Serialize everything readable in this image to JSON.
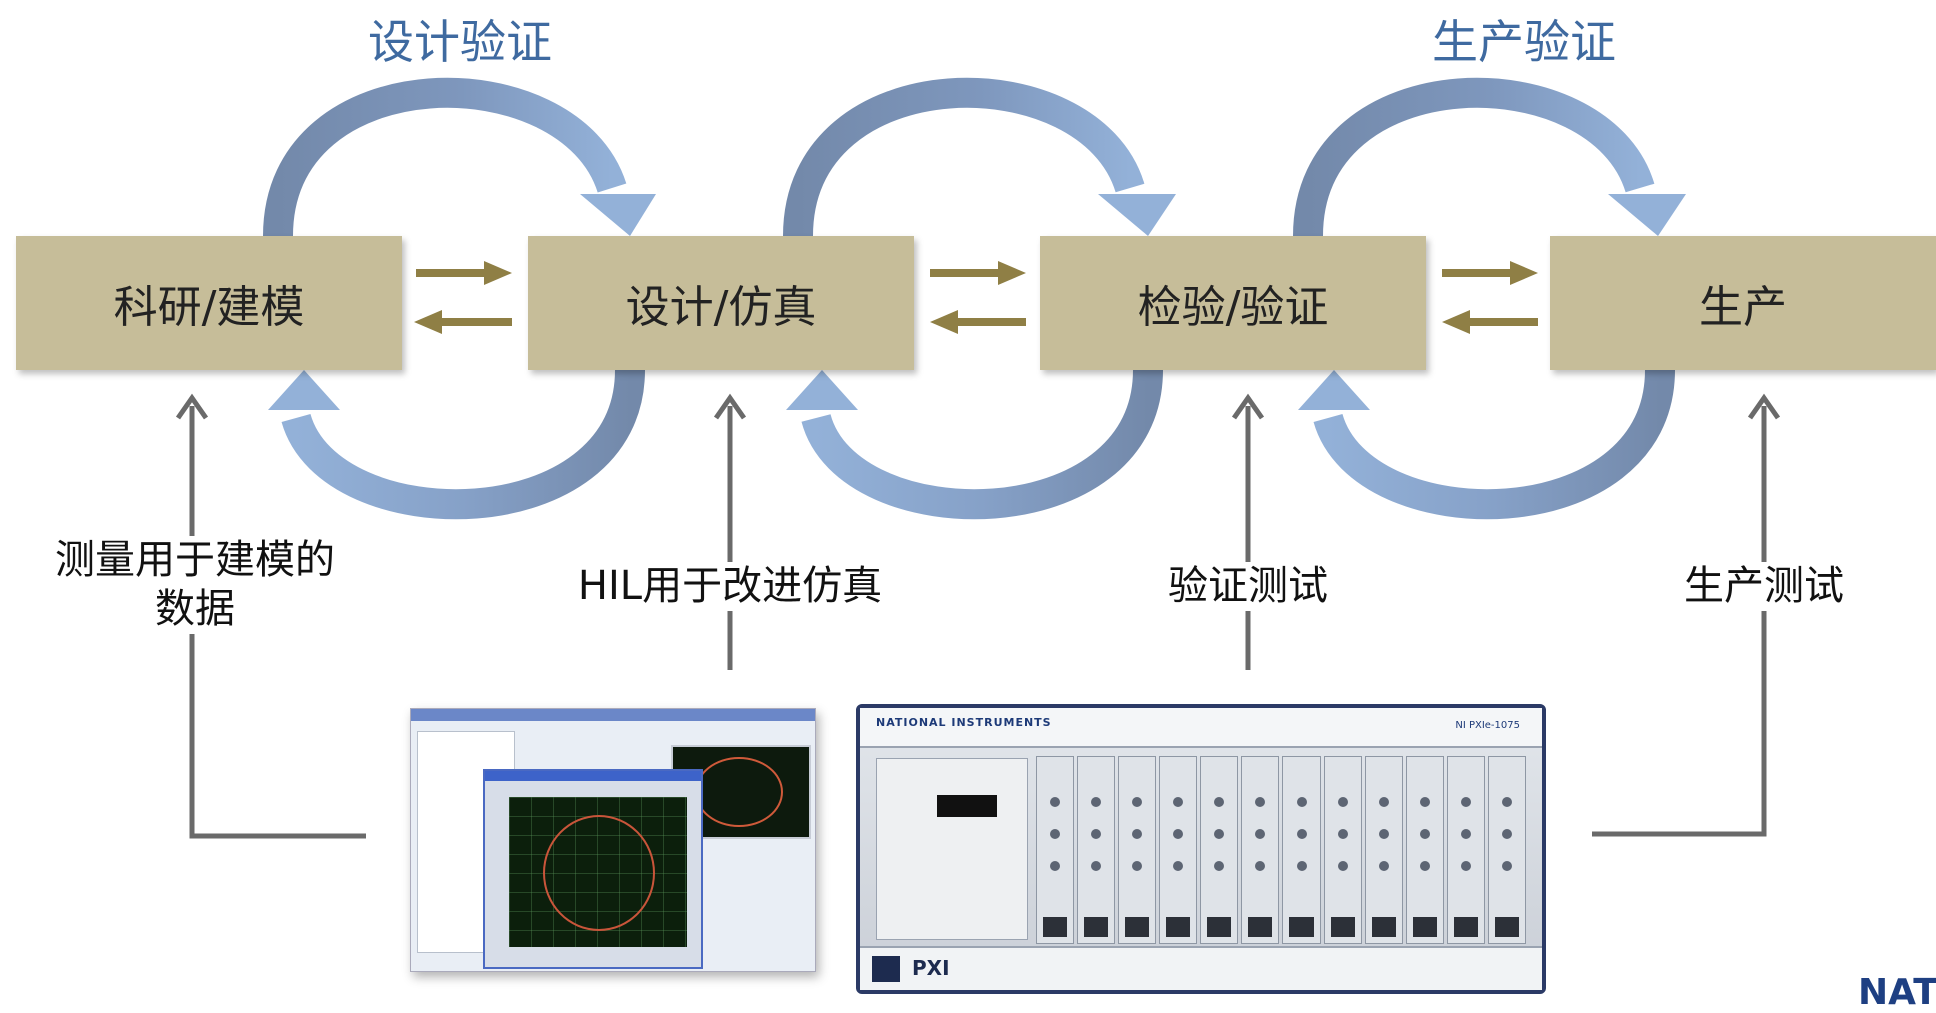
{
  "phases": [
    {
      "label": "设计验证"
    },
    {
      "label": "生产验证"
    }
  ],
  "stages": [
    {
      "label": "科研/建模"
    },
    {
      "label": "设计/仿真"
    },
    {
      "label": "检验/验证"
    },
    {
      "label": "生产"
    }
  ],
  "flow_labels": [
    {
      "label": "测量用于建模的\n数据"
    },
    {
      "label": "HIL用于改进仿真"
    },
    {
      "label": "验证测试"
    },
    {
      "label": "生产测试"
    }
  ],
  "hardware": {
    "chassis_brand": "NATIONAL INSTRUMENTS",
    "chassis_model": "NI PXIe-1075",
    "chassis_label": "PXI"
  },
  "corner_logo": "NATI",
  "colors": {
    "stage_fill": "#c6bd99",
    "small_arrow": "#8f7f45",
    "loop_dark": "#7087a8",
    "loop_light": "#93b1d8",
    "pointer": "#6a6a6a",
    "phase_text": "#3f6aa0"
  }
}
